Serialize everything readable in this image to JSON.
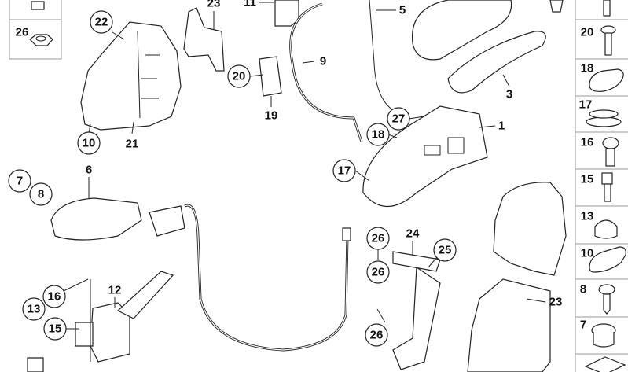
{
  "diagram": {
    "callouts": [
      {
        "id": "c22",
        "text": "22",
        "circled": true
      },
      {
        "id": "c23a",
        "text": "23",
        "circled": false
      },
      {
        "id": "c11",
        "text": "11",
        "circled": false
      },
      {
        "id": "c5",
        "text": "5",
        "circled": false
      },
      {
        "id": "c9",
        "text": "9",
        "circled": false
      },
      {
        "id": "c20",
        "text": "20",
        "circled": true
      },
      {
        "id": "c19",
        "text": "19",
        "circled": false
      },
      {
        "id": "c10",
        "text": "10",
        "circled": true
      },
      {
        "id": "c21",
        "text": "21",
        "circled": false
      },
      {
        "id": "c27",
        "text": "27",
        "circled": true
      },
      {
        "id": "c18",
        "text": "18",
        "circled": true
      },
      {
        "id": "c1",
        "text": "1",
        "circled": false
      },
      {
        "id": "c3",
        "text": "3",
        "circled": false
      },
      {
        "id": "c17",
        "text": "17",
        "circled": true
      },
      {
        "id": "c6",
        "text": "6",
        "circled": false
      },
      {
        "id": "c7",
        "text": "7",
        "circled": true
      },
      {
        "id": "c8",
        "text": "8",
        "circled": true
      },
      {
        "id": "c26a",
        "text": "26",
        "circled": true
      },
      {
        "id": "c24",
        "text": "24",
        "circled": false
      },
      {
        "id": "c25",
        "text": "25",
        "circled": true
      },
      {
        "id": "c26b",
        "text": "26",
        "circled": true
      },
      {
        "id": "c23b",
        "text": "23",
        "circled": false
      },
      {
        "id": "c26c",
        "text": "26",
        "circled": true
      },
      {
        "id": "c16",
        "text": "16",
        "circled": true
      },
      {
        "id": "c12",
        "text": "12",
        "circled": false
      },
      {
        "id": "c13",
        "text": "13",
        "circled": true
      },
      {
        "id": "c15",
        "text": "15",
        "circled": true
      }
    ],
    "left_legend": [
      {
        "text": "26",
        "icon": "hex-nut-icon"
      }
    ],
    "right_legend": [
      {
        "text": "20",
        "icon": "screw-icon"
      },
      {
        "text": "18",
        "icon": "plug-icon"
      },
      {
        "text": "17",
        "icon": "grommet-icon"
      },
      {
        "text": "16",
        "icon": "screw-icon"
      },
      {
        "text": "15",
        "icon": "bolt-icon"
      },
      {
        "text": "13",
        "icon": "cap-icon"
      },
      {
        "text": "10",
        "icon": "seal-icon"
      },
      {
        "text": "8",
        "icon": "self-tapping-screw-icon"
      },
      {
        "text": "7",
        "icon": "grommet-icon"
      }
    ]
  }
}
